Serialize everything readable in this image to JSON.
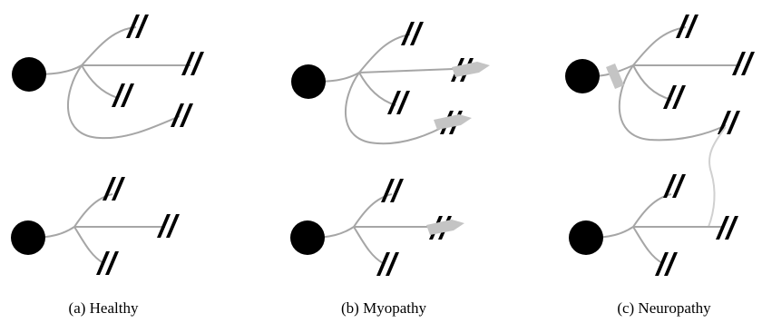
{
  "panels": [
    {
      "id": "a",
      "caption": "(a) Healthy"
    },
    {
      "id": "b",
      "caption": "(b) Myopathy"
    },
    {
      "id": "c",
      "caption": "(c) Neuropathy"
    }
  ],
  "colors": {
    "neuron": "#000000",
    "axon": "#a6a6a6",
    "fiber": "#000000",
    "lesion": "#c4c4c4",
    "reinnervation": "#d0d0d0",
    "background": "#ffffff"
  }
}
